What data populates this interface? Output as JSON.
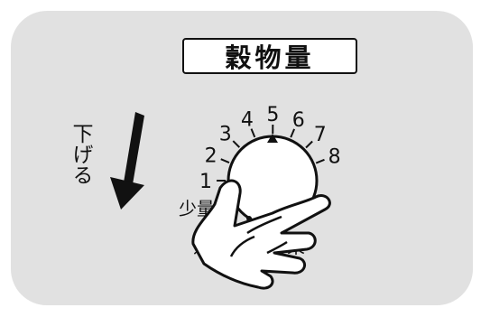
{
  "title": "穀物量",
  "direction_label": "下げる",
  "dial": {
    "scale": [
      "1",
      "2",
      "3",
      "4",
      "5",
      "6",
      "7",
      "8"
    ],
    "low_label_partial": "少量",
    "bottom_text_left": "选",
    "bottom_text_right": "果"
  },
  "colors": {
    "panel": "#e1e1e1",
    "ink": "#111111",
    "knob": "#ffffff"
  },
  "icons": {
    "arrow": "down-arrow-icon",
    "hand": "hand-icon"
  }
}
